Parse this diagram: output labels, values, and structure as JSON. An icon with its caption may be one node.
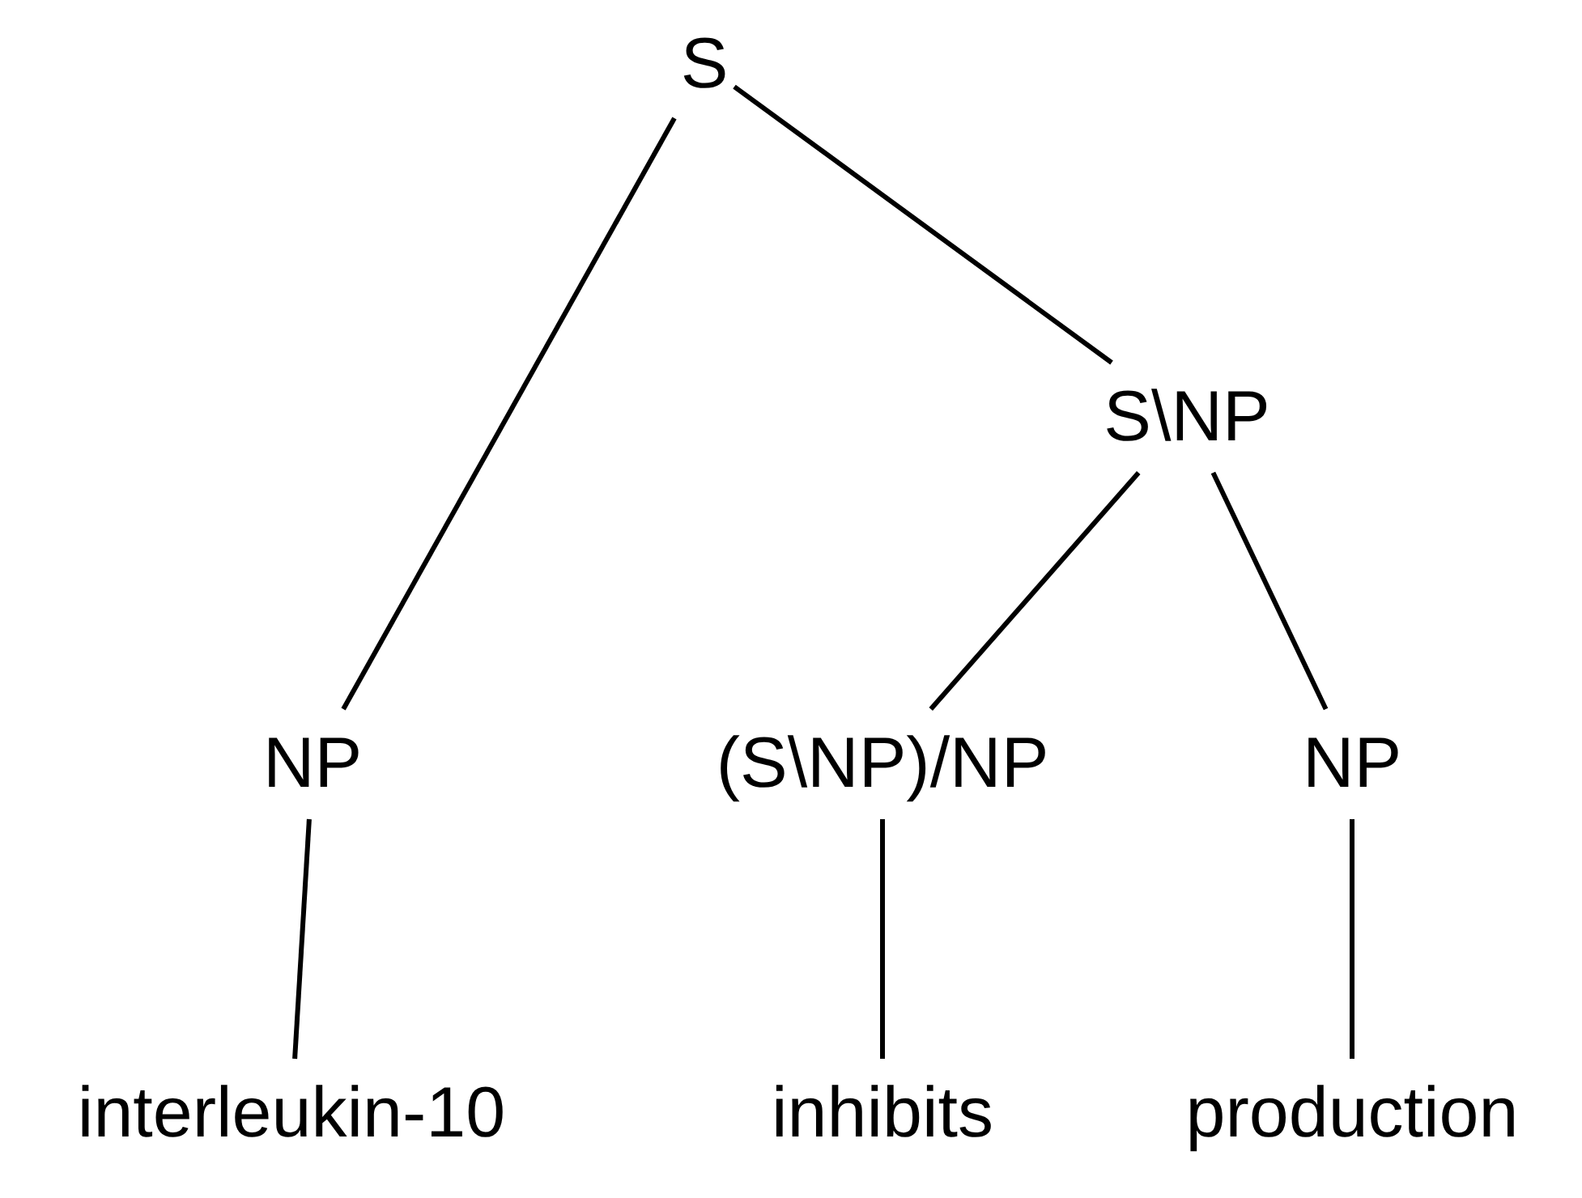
{
  "diagram": {
    "nodes": [
      {
        "text": [
          "S"
        ]
      },
      {
        "text": [
          "S\\NP"
        ]
      },
      {
        "text": [
          "NP"
        ]
      },
      {
        "text": [
          "(S\\NP)/NP"
        ]
      },
      {
        "text": [
          "NP"
        ]
      },
      {
        "text": [
          "interleukin-10"
        ]
      },
      {
        "text": [
          "inhibits"
        ]
      },
      {
        "text": [
          "production"
        ]
      }
    ],
    "edges": [
      {
        "from": 0,
        "to": 2,
        "arrow": "none"
      },
      {
        "from": 0,
        "to": 1,
        "arrow": "none"
      },
      {
        "from": 1,
        "to": 3,
        "arrow": "none"
      },
      {
        "from": 1,
        "to": 4,
        "arrow": "none"
      },
      {
        "from": 2,
        "to": 5,
        "arrow": "none"
      },
      {
        "from": 3,
        "to": 6,
        "arrow": "none"
      },
      {
        "from": 4,
        "to": 7,
        "arrow": "none"
      }
    ]
  }
}
